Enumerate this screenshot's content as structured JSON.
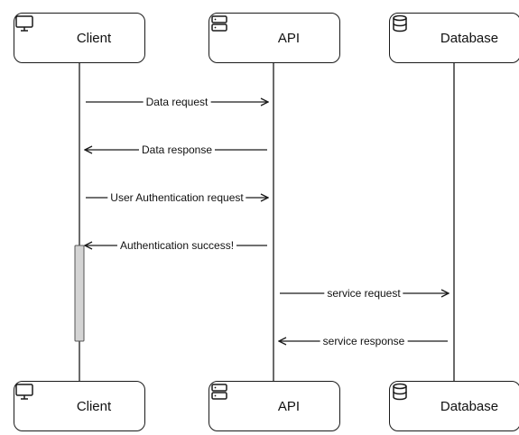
{
  "participants": [
    {
      "id": "client",
      "label": "Client",
      "icon": "monitor-icon"
    },
    {
      "id": "api",
      "label": "API",
      "icon": "server-icon"
    },
    {
      "id": "database",
      "label": "Database",
      "icon": "database-icon"
    }
  ],
  "messages": [
    {
      "label": "Data request",
      "from": "client",
      "to": "api"
    },
    {
      "label": "Data response",
      "from": "api",
      "to": "client"
    },
    {
      "label": "User Authentication request",
      "from": "client",
      "to": "api"
    },
    {
      "label": "Authentication success!",
      "from": "api",
      "to": "client"
    },
    {
      "label": "service request",
      "from": "api",
      "to": "database"
    },
    {
      "label": "service response",
      "from": "database",
      "to": "api"
    }
  ]
}
